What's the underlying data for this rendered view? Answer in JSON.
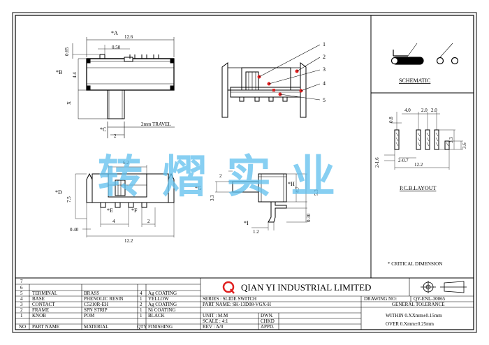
{
  "watermark": "转熠实业",
  "dimensions": {
    "a_mark": "*A",
    "a_len": "12.6",
    "d050": "0.50",
    "d065": "0.65",
    "b_mark": "*B",
    "d44": "4.4",
    "x_label": "X",
    "c_mark": "*C",
    "d2_c": "2",
    "travel": "2mm TRAVEL",
    "d62": "6.2",
    "d_mark": "*D",
    "d75": "7.5",
    "e_mark": "*E",
    "f_mark": "*F",
    "d4_bot": "4",
    "d2_bot": "2",
    "d040": "0.40",
    "d122": "12.2",
    "g_mark": "*G",
    "d2_side": "2",
    "d33": "3.3",
    "h_mark": "*H",
    "d47": "4.7",
    "d53": "5.3",
    "d030": "0.30",
    "i_mark": "*I",
    "d12": "1.2"
  },
  "callouts": [
    "1",
    "2",
    "3",
    "4",
    "5"
  ],
  "schematic_label": "SCHEMATIC",
  "pcb": {
    "label": "P.C.B.LAYOUT",
    "d40": "4.0",
    "d20a": "2.0",
    "d20b": "2.0",
    "d08": "0.8",
    "d33": "3.3",
    "d36": "3.6",
    "d21": "2-1.6",
    "d207": "2-0.7",
    "d122": "12.2"
  },
  "critical_dimension": "* CRITICAL  DIMENSION",
  "company": "QIAN YI INDUSTRIAL LIMITED",
  "bom_rows": [
    {
      "no": "7",
      "name": "",
      "material": "",
      "qty": "",
      "finish": ""
    },
    {
      "no": "6",
      "name": "",
      "material": "",
      "qty": "",
      "finish": ""
    },
    {
      "no": "5",
      "name": "TERMINAL",
      "material": "BRASS",
      "qty": "4",
      "finish": "Ag COATING"
    },
    {
      "no": "4",
      "name": "BASE",
      "material": "PHENOLIC RESIN",
      "qty": "1",
      "finish": "YELLOW"
    },
    {
      "no": "3",
      "name": "CONTACT",
      "material": "C5210R-EH",
      "qty": "2",
      "finish": "Ag COATING"
    },
    {
      "no": "2",
      "name": "FRAME",
      "material": "SPN STRIP",
      "qty": "1",
      "finish": "Ni COATING"
    },
    {
      "no": "1",
      "name": "KNOB",
      "material": "POM",
      "qty": "1",
      "finish": "BLACK"
    },
    {
      "no": "NO",
      "name": "PART NAME",
      "material": "MATERIAL",
      "qty": "QTY",
      "finish": "FINISHING"
    }
  ],
  "info": {
    "series": "SERIES : SLIDE SWITCH",
    "part_name": "PART NAME: SK-13D08-VGX-H",
    "unit": "UNIT  : M.M",
    "scale": "SCALE : 4:1",
    "rev": "REV  : A/0",
    "dwn": "DWN.",
    "chkd": "CHKD",
    "appd": "APPD."
  },
  "drawing": {
    "no_label": "DRAWING NO:",
    "no_value": "QY-ENL-30065",
    "tolerance_title": "GENERAL TOLERANCE",
    "tol1": "WITHIN 0.XXmm±0.15mm",
    "tol2": "OVER   0.Xmm±0.25mm"
  }
}
